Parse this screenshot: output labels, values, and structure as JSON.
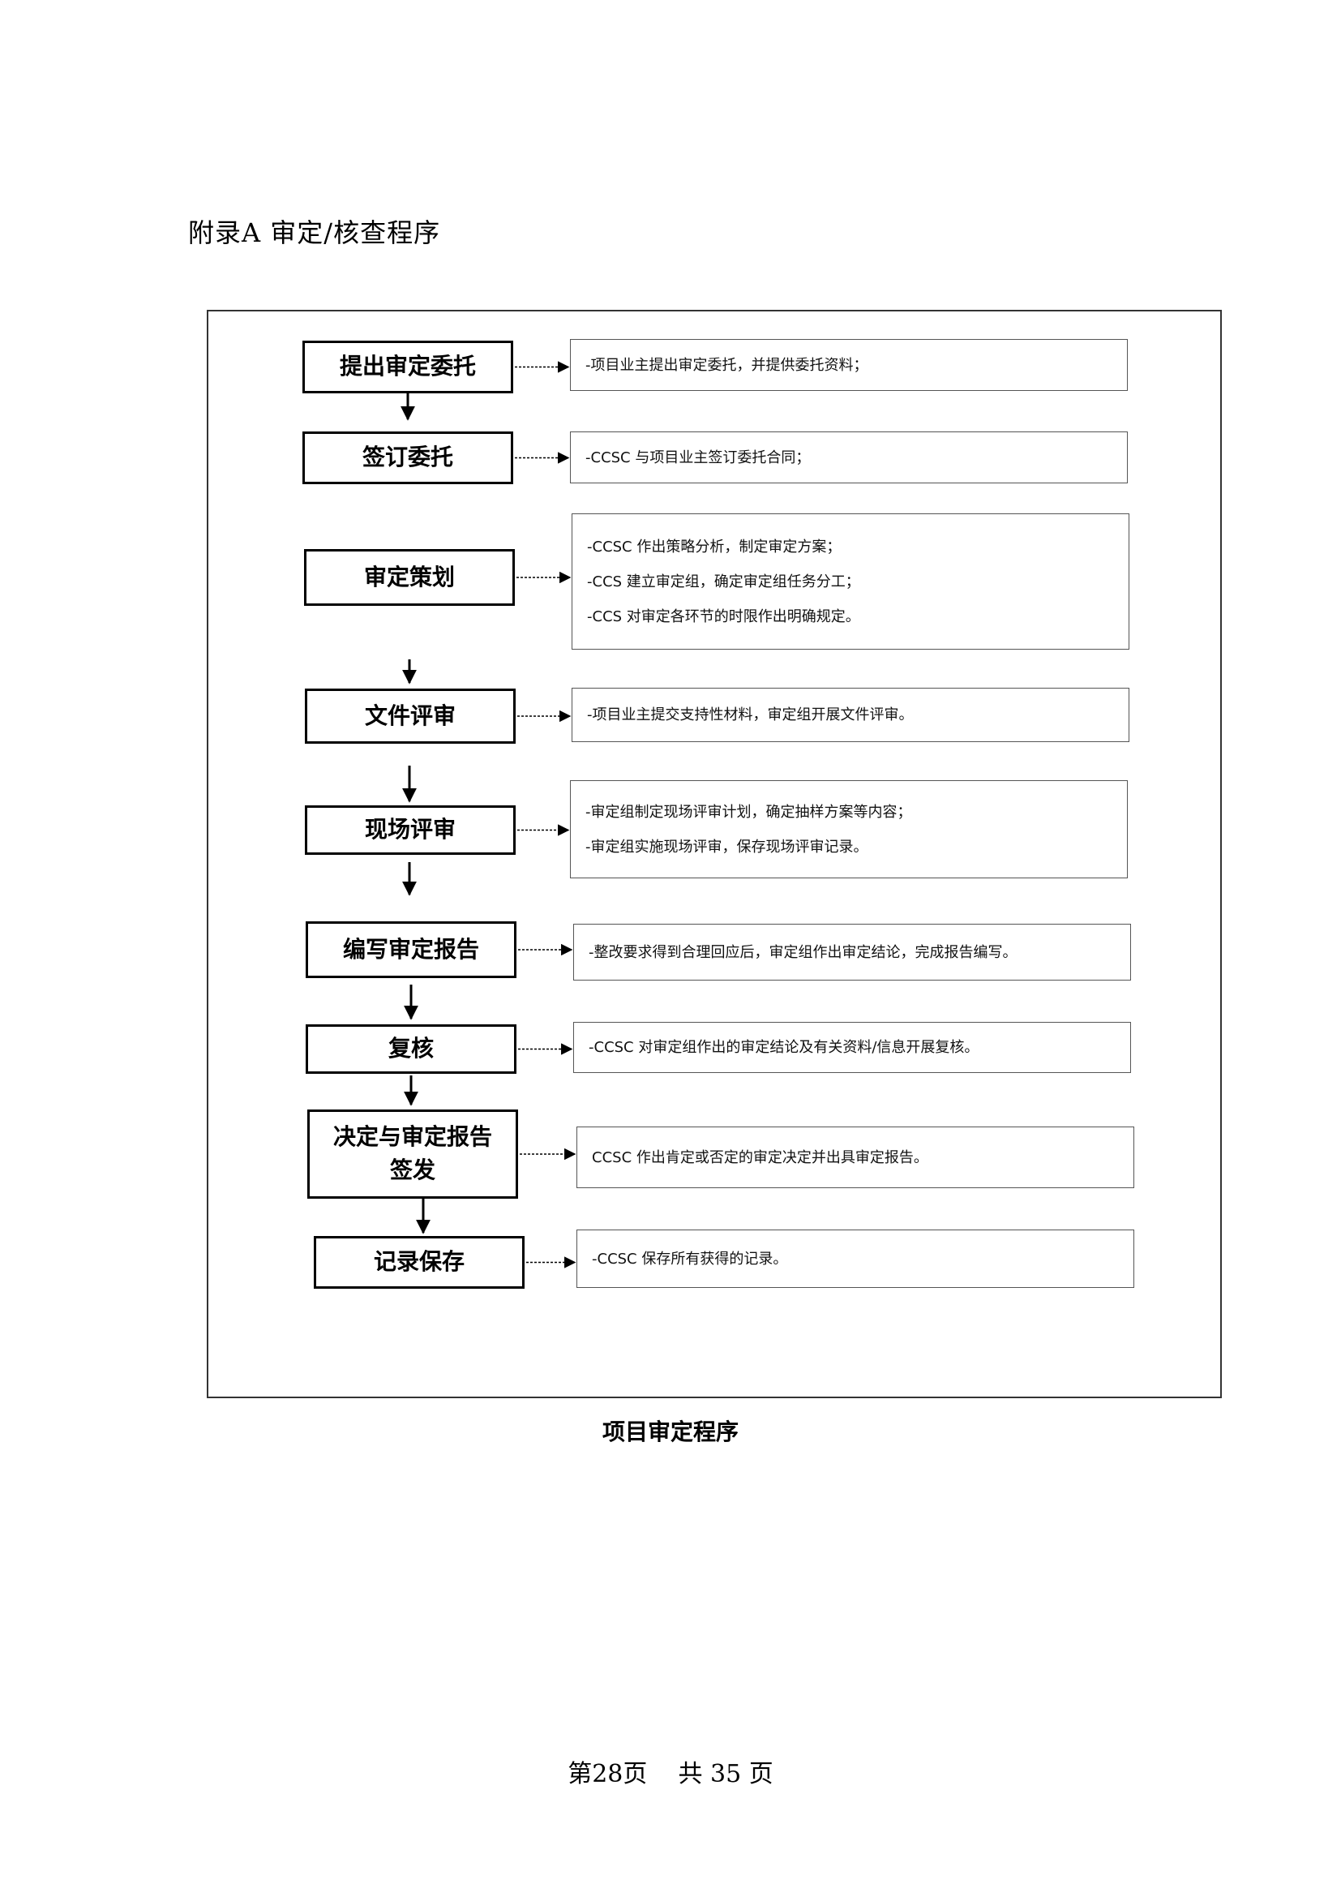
{
  "heading": "附录A 审定/核查程序",
  "caption": "项目审定程序",
  "footer": "第28页    共 35 页",
  "steps": [
    {
      "label": "提出审定委托",
      "notes": [
        "-项目业主提出审定委托，并提供委托资料；"
      ]
    },
    {
      "label": "签订委托",
      "notes": [
        "-CCSC 与项目业主签订委托合同；"
      ]
    },
    {
      "label": "审定策划",
      "notes": [
        "-CCSC 作出策略分析，制定审定方案；",
        "-CCS 建立审定组，确定审定组任务分工；",
        "-CCS 对审定各环节的时限作出明确规定。"
      ]
    },
    {
      "label": "文件评审",
      "notes": [
        "-项目业主提交支持性材料，审定组开展文件评审。"
      ]
    },
    {
      "label": "现场评审",
      "notes": [
        "-审定组制定现场评审计划，确定抽样方案等内容；",
        "-审定组实施现场评审，保存现场评审记录。"
      ]
    },
    {
      "label": "编写审定报告",
      "notes": [
        "-整改要求得到合理回应后，审定组作出审定结论，完成报告编写。"
      ]
    },
    {
      "label": "复核",
      "notes": [
        "-CCSC 对审定组作出的审定结论及有关资料/信息开展复核。"
      ]
    },
    {
      "label": "决定与审定报告\n签发",
      "notes": [
        "CCSC 作出肯定或否定的审定决定并出具审定报告。"
      ]
    },
    {
      "label": "记录保存",
      "notes": [
        "-CCSC 保存所有获得的记录。"
      ]
    }
  ]
}
